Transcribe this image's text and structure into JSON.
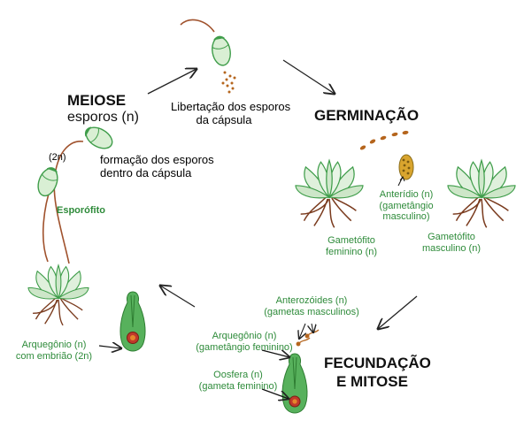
{
  "stages": {
    "meiose_title": "MEIOSE",
    "meiose_sub": "esporos (n)",
    "germinacao": "GERMINAÇÃO",
    "fecundacao_1": "FECUNDAÇÃO",
    "fecundacao_2": "E MITOSE"
  },
  "labels": {
    "libertacao_1": "Libertação dos esporos",
    "libertacao_2": "da cápsula",
    "formacao_1": "formação dos esporos",
    "formacao_2": "dentro da cápsula",
    "ploidy_2n": "(2n)",
    "esporofito": "Esporófito",
    "anteridio_1": "Anterídio (n)",
    "anteridio_2": "(gametângio",
    "anteridio_3": "masculino)",
    "gametofito_fem_1": "Gametófito",
    "gametofito_fem_2": "feminino (n)",
    "gametofito_masc_1": "Gametófito",
    "gametofito_masc_2": "masculino (n)",
    "anterozoides_1": "Anterozóides (n)",
    "anterozoides_2": "(gametas masculinos)",
    "arquegonio_fec_1": "Arquegônio (n)",
    "arquegonio_fec_2": "(gametângio feminino)",
    "oosfera_1": "Oosfera (n)",
    "oosfera_2": "(gameta feminino)",
    "arquegonio_emb_1": "Arquegônio (n)",
    "arquegonio_emb_2": "com embrião (2n)"
  },
  "colors": {
    "plant_green": "#3f9d4a",
    "leaf_light": "#dff0dc",
    "root_brown": "#7a3b1e",
    "label_green": "#2e8b3a",
    "spore_brown": "#b5651d",
    "embryo_red": "#c0392b"
  }
}
